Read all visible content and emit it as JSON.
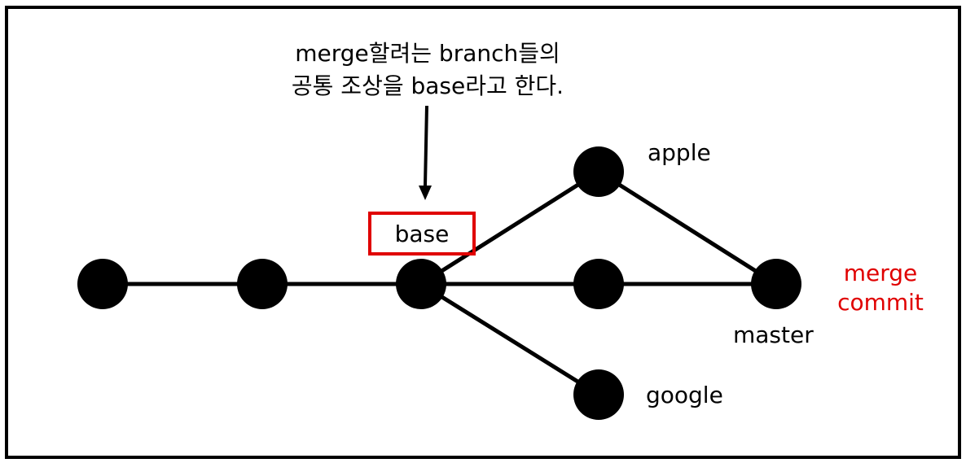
{
  "annotation": {
    "line1": "merge할려는 branch들의",
    "line2": "공통 조상을 base라고 한다."
  },
  "labels": {
    "base": "base",
    "apple": "apple",
    "master": "master",
    "google": "google",
    "merge_line1": "merge",
    "merge_line2": "commit"
  },
  "colors": {
    "highlight": "#e00000",
    "node": "#000000",
    "edge": "#000000"
  },
  "nodes": [
    {
      "id": "c1"
    },
    {
      "id": "c2"
    },
    {
      "id": "base"
    },
    {
      "id": "apple"
    },
    {
      "id": "master-parent"
    },
    {
      "id": "merge"
    },
    {
      "id": "google"
    }
  ],
  "edges": [
    [
      "c1",
      "c2"
    ],
    [
      "c2",
      "base"
    ],
    [
      "base",
      "apple"
    ],
    [
      "base",
      "master-parent"
    ],
    [
      "base",
      "google"
    ],
    [
      "master-parent",
      "merge"
    ],
    [
      "apple",
      "merge"
    ]
  ]
}
